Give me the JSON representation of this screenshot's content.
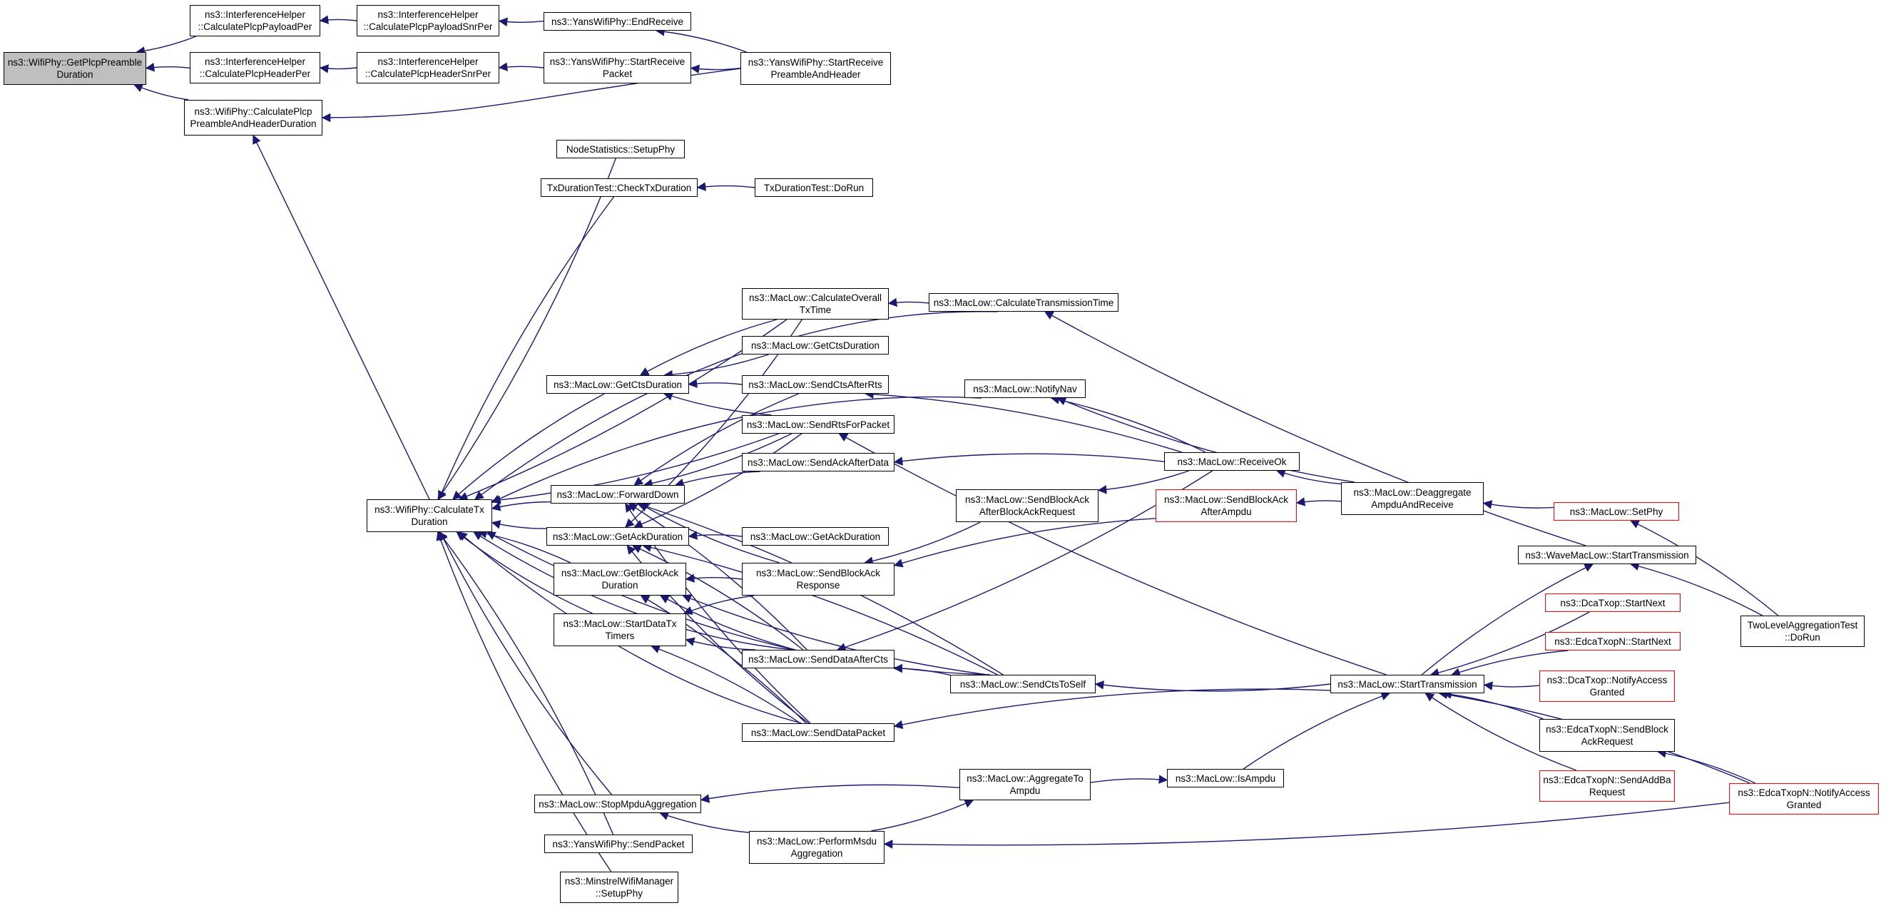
{
  "diagram": {
    "title": "",
    "colors": {
      "edge": "#191970",
      "root_fill": "#bfbfbf",
      "node_border": "#000000",
      "truncated_border": "#ff0000",
      "background": "#ffffff"
    },
    "nodes": [
      {
        "id": "root",
        "label": "ns3::WifiPhy::GetPlcpPreamble\nDuration",
        "root": true
      },
      {
        "id": "ihPayloadPer",
        "label": "ns3::InterferenceHelper\n::CalculatePlcpPayloadPer"
      },
      {
        "id": "ihPayloadSnrPer",
        "label": "ns3::InterferenceHelper\n::CalculatePlcpPayloadSnrPer"
      },
      {
        "id": "yansEndReceive",
        "label": "ns3::YansWifiPhy::EndReceive"
      },
      {
        "id": "ihHeaderPer",
        "label": "ns3::InterferenceHelper\n::CalculatePlcpHeaderPer"
      },
      {
        "id": "ihHeaderSnrPer",
        "label": "ns3::InterferenceHelper\n::CalculatePlcpHeaderSnrPer"
      },
      {
        "id": "yansStartRecvPacket",
        "label": "ns3::YansWifiPhy::StartReceive\nPacket"
      },
      {
        "id": "yansStartRecvPreamble",
        "label": "ns3::YansWifiPhy::StartReceive\nPreambleAndHeader"
      },
      {
        "id": "calcPreambleHeader",
        "label": "ns3::WifiPhy::CalculatePlcp\nPreambleAndHeaderDuration"
      },
      {
        "id": "nodeStatsSetupPhy",
        "label": "NodeStatistics::SetupPhy"
      },
      {
        "id": "txDurCheck",
        "label": "TxDurationTest::CheckTxDuration"
      },
      {
        "id": "txDurDoRun",
        "label": "TxDurationTest::DoRun"
      },
      {
        "id": "calcOverall",
        "label": "ns3::MacLow::CalculateOverall\nTxTime"
      },
      {
        "id": "calcTransTime",
        "label": "ns3::MacLow::CalculateTransmissionTime"
      },
      {
        "id": "getCtsDur2",
        "label": "ns3::MacLow::GetCtsDuration"
      },
      {
        "id": "getCtsDur",
        "label": "ns3::MacLow::GetCtsDuration"
      },
      {
        "id": "sendCtsAfterRts",
        "label": "ns3::MacLow::SendCtsAfterRts"
      },
      {
        "id": "notifyNav",
        "label": "ns3::MacLow::NotifyNav"
      },
      {
        "id": "sendRtsForPacket",
        "label": "ns3::MacLow::SendRtsForPacket"
      },
      {
        "id": "sendAckAfterData",
        "label": "ns3::MacLow::SendAckAfterData"
      },
      {
        "id": "receiveOk",
        "label": "ns3::MacLow::ReceiveOk"
      },
      {
        "id": "forwardDown",
        "label": "ns3::MacLow::ForwardDown"
      },
      {
        "id": "calcTxDuration",
        "label": "ns3::WifiPhy::CalculateTx\nDuration"
      },
      {
        "id": "sendBlockAckAfterBAR",
        "label": "ns3::MacLow::SendBlockAck\nAfterBlockAckRequest"
      },
      {
        "id": "sendBlockAckAfterAmpdu",
        "label": "ns3::MacLow::SendBlockAck\nAfterAmpdu",
        "truncated": true
      },
      {
        "id": "deaggregate",
        "label": "ns3::MacLow::Deaggregate\nAmpduAndReceive"
      },
      {
        "id": "setPhy",
        "label": "ns3::MacLow::SetPhy",
        "truncated": true
      },
      {
        "id": "getAckDur",
        "label": "ns3::MacLow::GetAckDuration"
      },
      {
        "id": "getAckDur2",
        "label": "ns3::MacLow::GetAckDuration"
      },
      {
        "id": "waveStartTx",
        "label": "ns3::WaveMacLow::StartTransmission"
      },
      {
        "id": "getBlockAckDur",
        "label": "ns3::MacLow::GetBlockAck\nDuration"
      },
      {
        "id": "sendBlockAckResp",
        "label": "ns3::MacLow::SendBlockAck\nResponse"
      },
      {
        "id": "dcaStartNext",
        "label": "ns3::DcaTxop::StartNext",
        "truncated": true
      },
      {
        "id": "twoLevelDoRun",
        "label": "TwoLevelAggregationTest\n::DoRun"
      },
      {
        "id": "startDataTxTimers",
        "label": "ns3::MacLow::StartDataTx\nTimers"
      },
      {
        "id": "edcaStartNext",
        "label": "ns3::EdcaTxopN::StartNext",
        "truncated": true
      },
      {
        "id": "sendDataAfterCts",
        "label": "ns3::MacLow::SendDataAfterCts"
      },
      {
        "id": "sendCtsToSelf",
        "label": "ns3::MacLow::SendCtsToSelf"
      },
      {
        "id": "startTransmission",
        "label": "ns3::MacLow::StartTransmission"
      },
      {
        "id": "dcaNotifyAccess",
        "label": "ns3::DcaTxop::NotifyAccess\nGranted",
        "truncated": true
      },
      {
        "id": "sendDataPacket",
        "label": "ns3::MacLow::SendDataPacket"
      },
      {
        "id": "edcaSendBAR",
        "label": "ns3::EdcaTxopN::SendBlock\nAckRequest"
      },
      {
        "id": "isAmpdu",
        "label": "ns3::MacLow::IsAmpdu"
      },
      {
        "id": "aggregateToAmpdu",
        "label": "ns3::MacLow::AggregateTo\nAmpdu"
      },
      {
        "id": "edcaSendAddBa",
        "label": "ns3::EdcaTxopN::SendAddBa\nRequest",
        "truncated": true
      },
      {
        "id": "stopMpduAgg",
        "label": "ns3::MacLow::StopMpduAggregation"
      },
      {
        "id": "edcaNotifyAccess",
        "label": "ns3::EdcaTxopN::NotifyAccess\nGranted",
        "truncated": true
      },
      {
        "id": "yansSendPacket",
        "label": "ns3::YansWifiPhy::SendPacket"
      },
      {
        "id": "performMsdu",
        "label": "ns3::MacLow::PerformMsdu\nAggregation"
      },
      {
        "id": "minstrelSetupPhy",
        "label": "ns3::MinstrelWifiManager\n::SetupPhy"
      }
    ]
  }
}
